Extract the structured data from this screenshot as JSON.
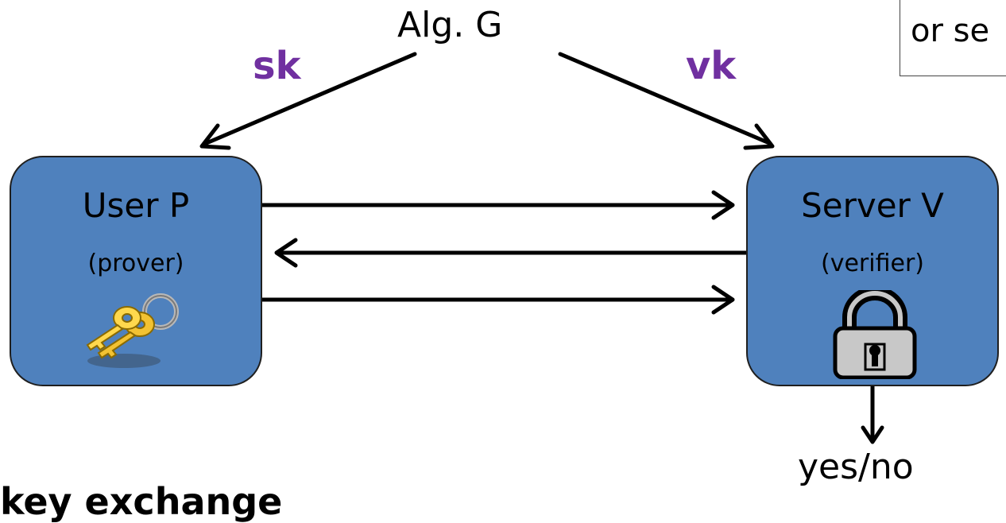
{
  "top_note": "or se",
  "generator": {
    "label": "Alg.  G"
  },
  "secret_key": {
    "label": "sk",
    "color": "#7030a0"
  },
  "verification_key": {
    "label": "vk",
    "color": "#7030a0"
  },
  "prover": {
    "name": "User  P",
    "role": "(prover)",
    "icon": "keys-icon"
  },
  "verifier": {
    "name": "Server V",
    "role": "(verifier)",
    "icon": "padlock-icon"
  },
  "outcome": "yes/no",
  "section_heading": "key exchange",
  "colors": {
    "box_fill": "#4f81bd",
    "key_label": "#7030a0"
  }
}
